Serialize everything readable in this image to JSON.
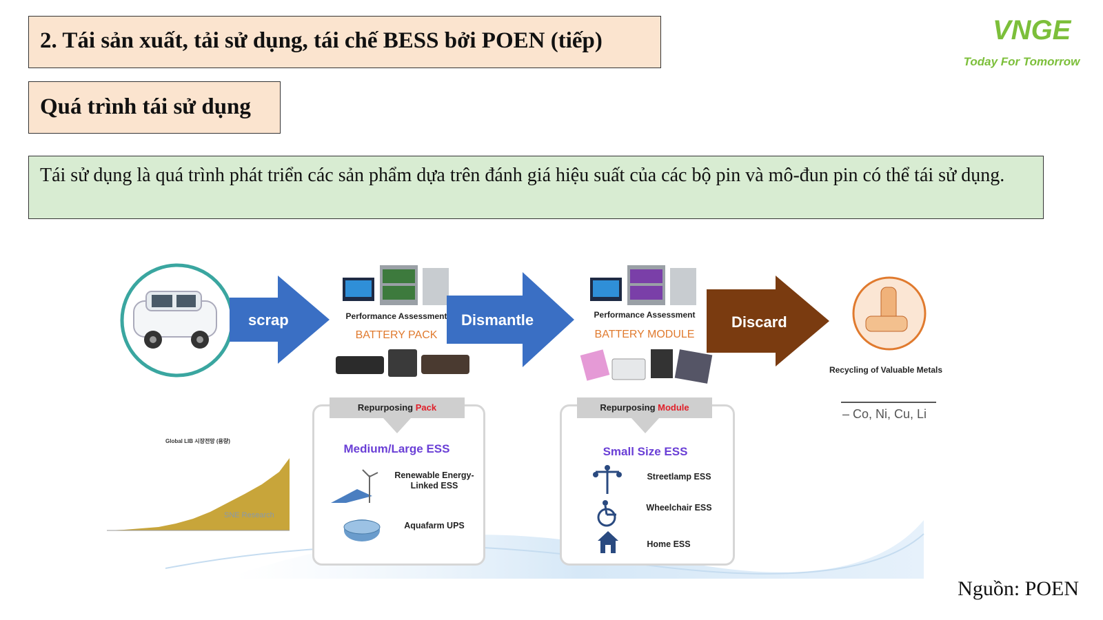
{
  "header": {
    "title": "2. Tái sản xuất, tải sử dụng, tái chế BESS bởi POEN (tiếp)",
    "subtitle": "Quá trình tái sử dụng",
    "description": "Tái sử dụng là quá trình phát triển các sản phẩm dựa trên đánh giá hiệu suất của các bộ pin và mô-đun pin có thể tái sử dụng."
  },
  "logo": {
    "mark": "VNGE",
    "tagline": "Today For Tomorrow"
  },
  "diagram": {
    "arrows": [
      {
        "label": "scrap",
        "color": "#3a6fc4"
      },
      {
        "label": "Dismantle",
        "color": "#3a6fc4"
      },
      {
        "label": "Discard",
        "color": "#7a3b10"
      }
    ],
    "stage1": {
      "caption": "Performance Assessment",
      "subcaption": "BATTERY PACK"
    },
    "stage2": {
      "caption": "Performance Assessment",
      "subcaption": "BATTERY MODULE"
    },
    "recycle": {
      "caption": "Recycling of Valuable Metals",
      "metals": "– Co, Ni, Cu, Li"
    },
    "panel_pack": {
      "head_prefix": "Repurposing ",
      "head_highlight": "Pack",
      "title": "Medium/Large ESS",
      "items": [
        "Renewable Energy-Linked ESS",
        "Aquafarm UPS"
      ]
    },
    "panel_module": {
      "head_prefix": "Repurposing ",
      "head_highlight": "Module",
      "title": "Small Size ESS",
      "items": [
        "Streetlamp ESS",
        "Wheelchair ESS",
        "Home ESS"
      ]
    },
    "mini_chart": {
      "title": "Global LIB 시장전망 (용량)",
      "watermark": "SNE Research",
      "values": [
        "179",
        "196",
        "287",
        "421",
        "624",
        "861",
        "1,151",
        "1,485",
        "1,754",
        "2,066",
        "2,434",
        "2,871",
        "3,392"
      ]
    }
  },
  "source": "Nguồn: POEN",
  "colors": {
    "header_bg": "#fbe4cf",
    "desc_bg": "#d8ecd2",
    "arrow_blue": "#3a6fc4",
    "arrow_brown": "#7a3b10",
    "accent_purple": "#6a3fd6"
  }
}
